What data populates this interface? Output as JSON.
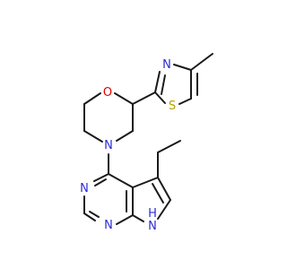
{
  "molecule": {
    "colors": {
      "bond": "#1a1a1a",
      "carbon": "#1a1a1a",
      "nitrogen": "#2b2bd6",
      "oxygen": "#e00000",
      "sulfur": "#b8a000"
    },
    "atoms": {
      "morpholine_oxygen": "O",
      "morpholine_nitrogen": "N",
      "thiazole_nitrogen": "N",
      "thiazole_sulfur": "S",
      "pyrimidine_n3": "N",
      "pyrimidine_n1": "N",
      "pyrrole_nh": "H"
    }
  }
}
